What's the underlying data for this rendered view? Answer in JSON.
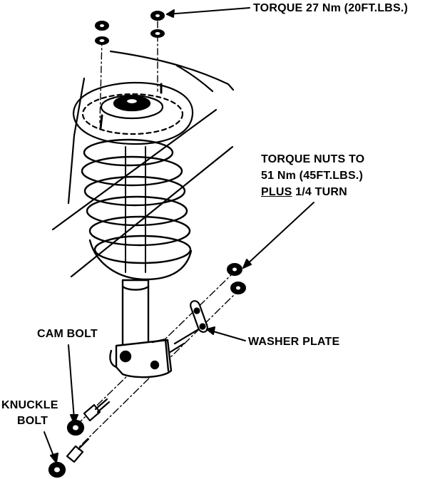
{
  "labels": {
    "torque_top": "TORQUE 27 Nm (20FT.LBS.)",
    "torque_nuts_line1": "TORQUE NUTS TO",
    "torque_nuts_line2": "51 Nm (45FT.LBS.)",
    "torque_nuts_plus": "PLUS",
    "torque_nuts_turn": " 1/4 TURN",
    "washer_plate": "WASHER PLATE",
    "cam_bolt": "CAM BOLT",
    "knuckle_line1": "KNUCKLE",
    "knuckle_line2": "BOLT"
  },
  "colors": {
    "ink": "#000000",
    "paper": "#ffffff"
  }
}
